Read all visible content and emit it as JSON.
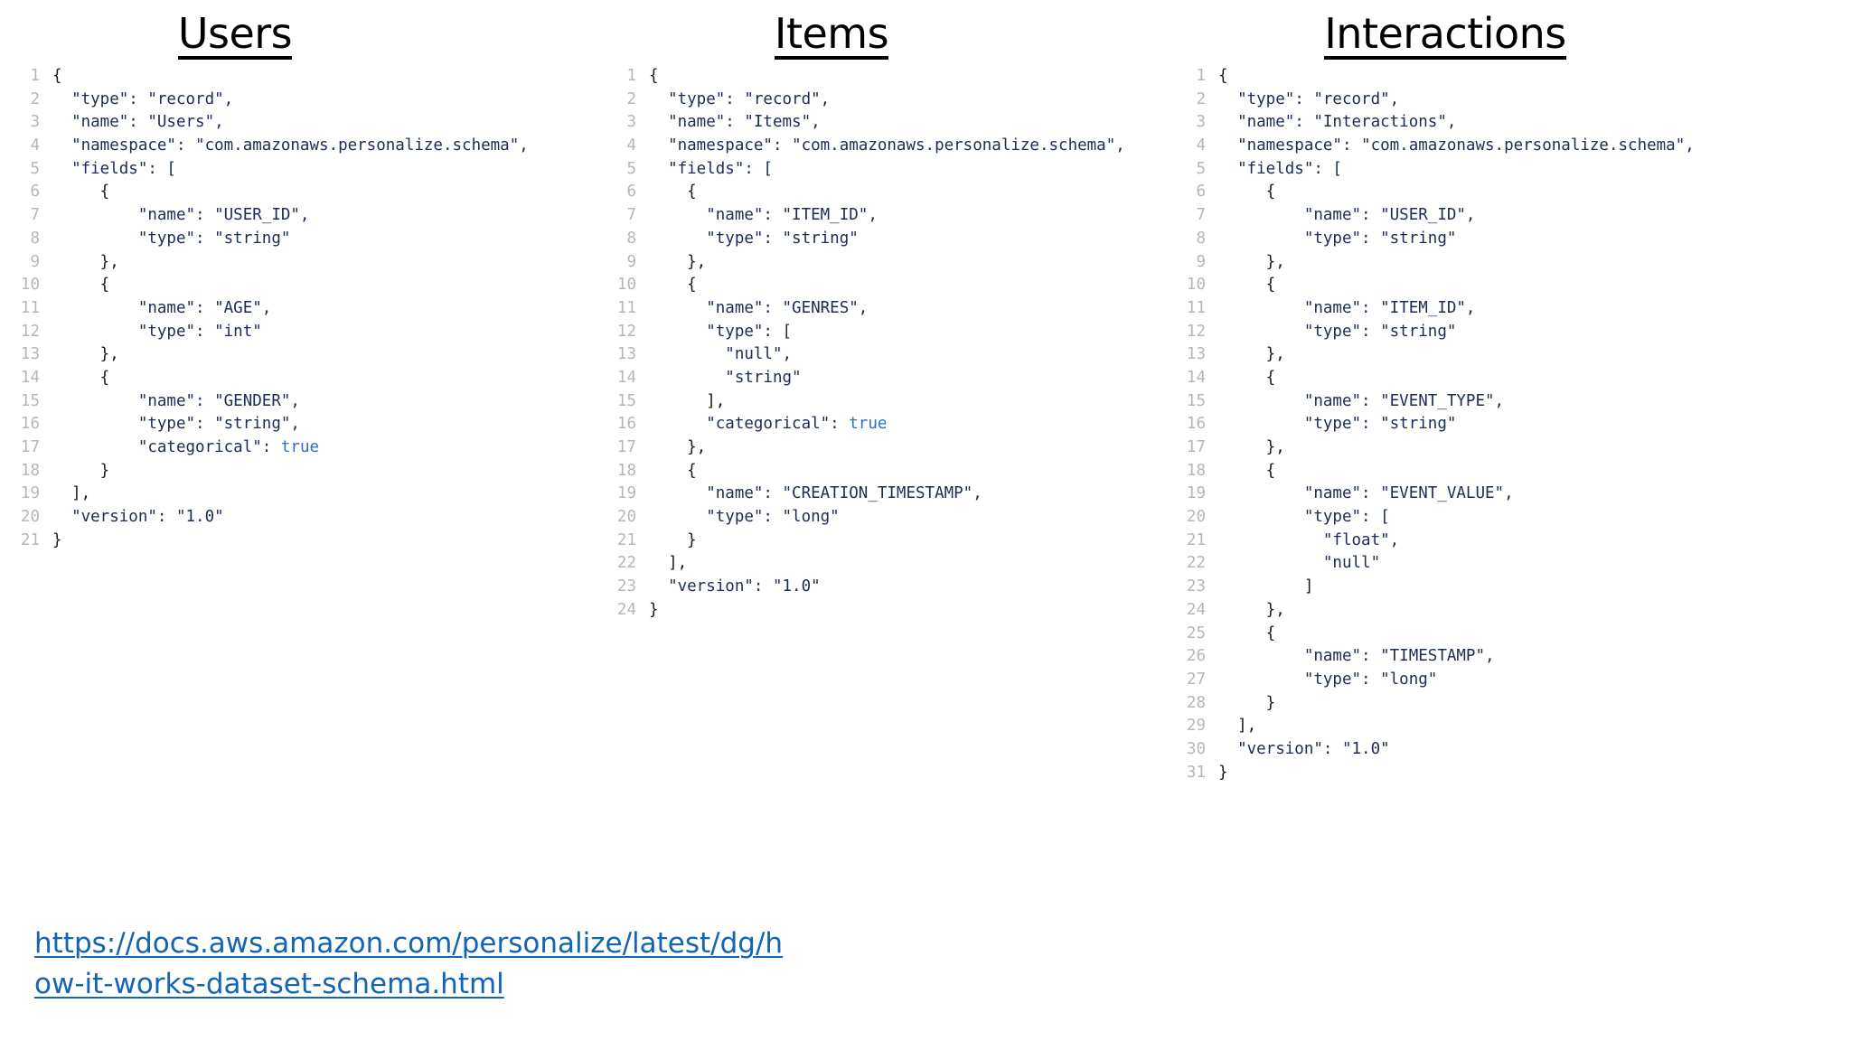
{
  "columns": [
    {
      "title": "Users",
      "lines": [
        {
          "n": "1",
          "text": "{",
          "kind": "punct"
        },
        {
          "n": "2",
          "text": "  \"type\": \"record\",",
          "kind": "lit"
        },
        {
          "n": "3",
          "text": "  \"name\": \"Users\",",
          "kind": "lit"
        },
        {
          "n": "4",
          "text": "  \"namespace\": \"com.amazonaws.personalize.schema\",",
          "kind": "lit"
        },
        {
          "n": "5",
          "text": "  \"fields\": [",
          "kind": "lit"
        },
        {
          "n": "6",
          "text": "     {",
          "kind": "punct"
        },
        {
          "n": "7",
          "text": "         \"name\": \"USER_ID\",",
          "kind": "lit"
        },
        {
          "n": "8",
          "text": "         \"type\": \"string\"",
          "kind": "lit"
        },
        {
          "n": "9",
          "text": "     },",
          "kind": "punct"
        },
        {
          "n": "10",
          "text": "     {",
          "kind": "punct"
        },
        {
          "n": "11",
          "text": "         \"name\": \"AGE\",",
          "kind": "lit"
        },
        {
          "n": "12",
          "text": "         \"type\": \"int\"",
          "kind": "lit"
        },
        {
          "n": "13",
          "text": "     },",
          "kind": "punct"
        },
        {
          "n": "14",
          "text": "     {",
          "kind": "punct"
        },
        {
          "n": "15",
          "text": "         \"name\": \"GENDER\",",
          "kind": "lit"
        },
        {
          "n": "16",
          "text": "         \"type\": \"string\",",
          "kind": "lit"
        },
        {
          "n": "17",
          "text": "         \"categorical\": ",
          "kind": "lit",
          "keyword": "true"
        },
        {
          "n": "18",
          "text": "     }",
          "kind": "punct"
        },
        {
          "n": "19",
          "text": "  ],",
          "kind": "punct"
        },
        {
          "n": "20",
          "text": "  \"version\": \"1.0\"",
          "kind": "lit"
        },
        {
          "n": "21",
          "text": "}",
          "kind": "punct"
        }
      ]
    },
    {
      "title": "Items",
      "lines": [
        {
          "n": "1",
          "text": "{",
          "kind": "punct"
        },
        {
          "n": "2",
          "text": "  \"type\": \"record\",",
          "kind": "lit"
        },
        {
          "n": "3",
          "text": "  \"name\": \"Items\",",
          "kind": "lit"
        },
        {
          "n": "4",
          "text": "  \"namespace\": \"com.amazonaws.personalize.schema\",",
          "kind": "lit"
        },
        {
          "n": "5",
          "text": "  \"fields\": [",
          "kind": "lit"
        },
        {
          "n": "6",
          "text": "    {",
          "kind": "punct"
        },
        {
          "n": "7",
          "text": "      \"name\": \"ITEM_ID\",",
          "kind": "lit"
        },
        {
          "n": "8",
          "text": "      \"type\": \"string\"",
          "kind": "lit"
        },
        {
          "n": "9",
          "text": "    },",
          "kind": "punct"
        },
        {
          "n": "10",
          "text": "    {",
          "kind": "punct"
        },
        {
          "n": "11",
          "text": "      \"name\": \"GENRES\",",
          "kind": "lit"
        },
        {
          "n": "12",
          "text": "      \"type\": [",
          "kind": "lit"
        },
        {
          "n": "13",
          "text": "        \"null\",",
          "kind": "lit"
        },
        {
          "n": "14",
          "text": "        \"string\"",
          "kind": "lit"
        },
        {
          "n": "15",
          "text": "      ],",
          "kind": "punct"
        },
        {
          "n": "16",
          "text": "      \"categorical\": ",
          "kind": "lit",
          "keyword": "true"
        },
        {
          "n": "17",
          "text": "    },",
          "kind": "punct"
        },
        {
          "n": "18",
          "text": "    {",
          "kind": "punct"
        },
        {
          "n": "19",
          "text": "      \"name\": \"CREATION_TIMESTAMP\",",
          "kind": "lit"
        },
        {
          "n": "20",
          "text": "      \"type\": \"long\"",
          "kind": "lit"
        },
        {
          "n": "21",
          "text": "    }",
          "kind": "punct"
        },
        {
          "n": "22",
          "text": "  ],",
          "kind": "punct"
        },
        {
          "n": "23",
          "text": "  \"version\": \"1.0\"",
          "kind": "lit"
        },
        {
          "n": "24",
          "text": "}",
          "kind": "punct"
        }
      ]
    },
    {
      "title": "Interactions",
      "lines": [
        {
          "n": "1",
          "text": "{",
          "kind": "punct"
        },
        {
          "n": "2",
          "text": "  \"type\": \"record\",",
          "kind": "lit"
        },
        {
          "n": "3",
          "text": "  \"name\": \"Interactions\",",
          "kind": "lit"
        },
        {
          "n": "4",
          "text": "  \"namespace\": \"com.amazonaws.personalize.schema\",",
          "kind": "lit"
        },
        {
          "n": "5",
          "text": "  \"fields\": [",
          "kind": "lit"
        },
        {
          "n": "6",
          "text": "     {",
          "kind": "punct"
        },
        {
          "n": "7",
          "text": "         \"name\": \"USER_ID\",",
          "kind": "lit"
        },
        {
          "n": "8",
          "text": "         \"type\": \"string\"",
          "kind": "lit"
        },
        {
          "n": "9",
          "text": "     },",
          "kind": "punct"
        },
        {
          "n": "10",
          "text": "     {",
          "kind": "punct"
        },
        {
          "n": "11",
          "text": "         \"name\": \"ITEM_ID\",",
          "kind": "lit"
        },
        {
          "n": "12",
          "text": "         \"type\": \"string\"",
          "kind": "lit"
        },
        {
          "n": "13",
          "text": "     },",
          "kind": "punct"
        },
        {
          "n": "14",
          "text": "     {",
          "kind": "punct"
        },
        {
          "n": "15",
          "text": "         \"name\": \"EVENT_TYPE\",",
          "kind": "lit"
        },
        {
          "n": "16",
          "text": "         \"type\": \"string\"",
          "kind": "lit"
        },
        {
          "n": "17",
          "text": "     },",
          "kind": "punct"
        },
        {
          "n": "18",
          "text": "     {",
          "kind": "punct"
        },
        {
          "n": "19",
          "text": "         \"name\": \"EVENT_VALUE\",",
          "kind": "lit"
        },
        {
          "n": "20",
          "text": "         \"type\": [",
          "kind": "lit"
        },
        {
          "n": "21",
          "text": "           \"float\",",
          "kind": "lit"
        },
        {
          "n": "22",
          "text": "           \"null\"",
          "kind": "lit"
        },
        {
          "n": "23",
          "text": "         ]",
          "kind": "punct"
        },
        {
          "n": "24",
          "text": "     },",
          "kind": "punct"
        },
        {
          "n": "25",
          "text": "     {",
          "kind": "punct"
        },
        {
          "n": "26",
          "text": "         \"name\": \"TIMESTAMP\",",
          "kind": "lit"
        },
        {
          "n": "27",
          "text": "         \"type\": \"long\"",
          "kind": "lit"
        },
        {
          "n": "28",
          "text": "     }",
          "kind": "punct"
        },
        {
          "n": "29",
          "text": "  ],",
          "kind": "punct"
        },
        {
          "n": "30",
          "text": "  \"version\": \"1.0\"",
          "kind": "lit"
        },
        {
          "n": "31",
          "text": "}",
          "kind": "punct"
        }
      ]
    }
  ],
  "link": {
    "url": "https://docs.aws.amazon.com/personalize/latest/dg/how-it-works-dataset-schema.html"
  },
  "colors": {
    "background": "#ffffff",
    "line_number": "#b6b6b6",
    "string": "#1c2c54",
    "punctuation": "#1b1b1b",
    "keyword": "#2f6fc4",
    "link": "#1264b4",
    "title": "#000000"
  }
}
